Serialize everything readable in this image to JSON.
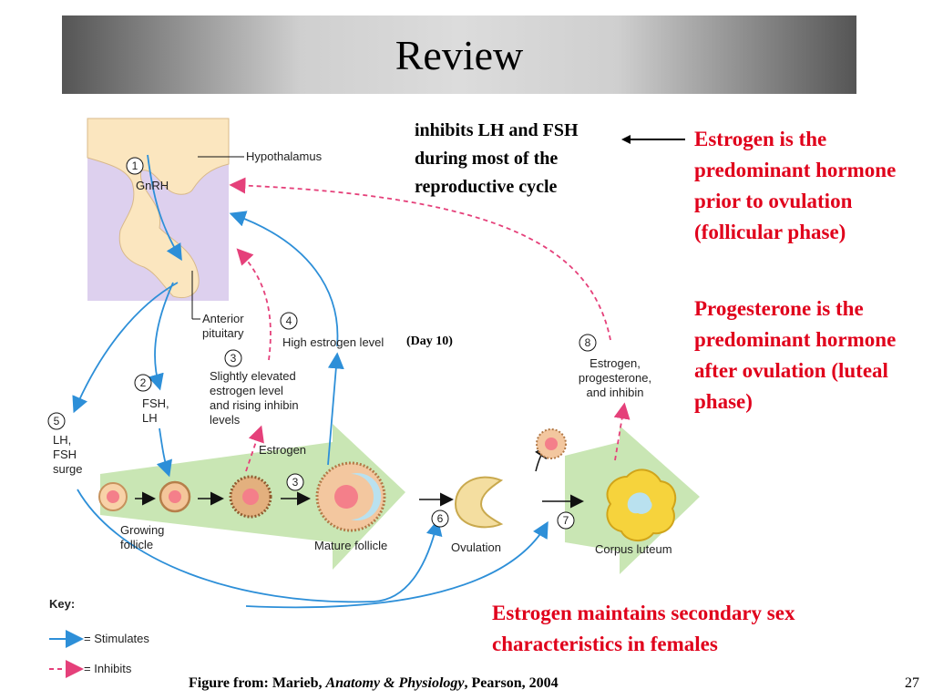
{
  "title": "Review",
  "colors": {
    "stimulates": "#2d8fd8",
    "inhibits": "#e5407a",
    "red_text": "#e0001b",
    "green_arrow": "#c9e6b4",
    "pituitary": "#fbe6bf",
    "hypothalamus_bg": "#ddd0ee",
    "follicle": "#f47f8a",
    "corpus_luteum": "#f6d33c"
  },
  "annotations": {
    "inhibits_note": "inhibits LH and FSH during most of the reproductive cycle",
    "estrogen_predominant": "Estrogen is the predominant hormone prior to ovulation (follicular phase)",
    "progesterone_predominant": "Progesterone is the predominant hormone after ovulation (luteal phase)",
    "estrogen_maintains": "Estrogen maintains secondary sex characteristics in females",
    "day_note": "(Day 10)"
  },
  "diagram": {
    "hypothalamus": "Hypothalamus",
    "gnrh": "GnRH",
    "anterior": "Anterior",
    "pituitary": "pituitary",
    "fsh": "FSH,",
    "lh": "LH",
    "lh_fsh_1": "LH,",
    "lh_fsh_2": "FSH",
    "lh_fsh_3": "surge",
    "slightly_1": "Slightly elevated",
    "slightly_2": "estrogen level",
    "slightly_3": "and rising inhibin",
    "slightly_4": "levels",
    "high_estrogen": "High estrogen level",
    "estrogen": "Estrogen",
    "e8_1": "Estrogen,",
    "e8_2": "progesterone,",
    "e8_3": "and inhibin",
    "growing_1": "Growing",
    "growing_2": "follicle",
    "mature": "Mature follicle",
    "ovulation": "Ovulation",
    "corpus_luteum": "Corpus luteum",
    "steps": [
      "1",
      "2",
      "3",
      "4",
      "5",
      "3",
      "6",
      "7",
      "8"
    ]
  },
  "key": {
    "title": "Key:",
    "stimulates": "= Stimulates",
    "inhibits": "= Inhibits"
  },
  "footer": {
    "prefix": "Figure from: Marieb, ",
    "book": "Anatomy & Physiology",
    "suffix": ", Pearson, 2004",
    "page": "27"
  }
}
